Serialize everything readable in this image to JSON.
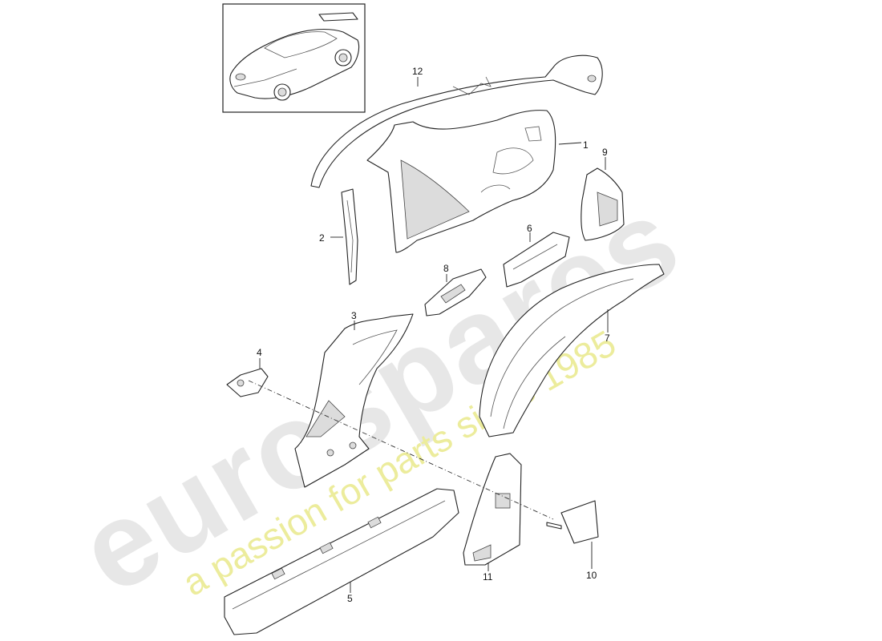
{
  "watermark": {
    "brand": "eurospares",
    "tagline": "a passion for parts since 1985"
  },
  "thumbnail": {
    "icon": "car-icon"
  },
  "callouts": [
    {
      "id": "1",
      "label": "1"
    },
    {
      "id": "2",
      "label": "2"
    },
    {
      "id": "3",
      "label": "3"
    },
    {
      "id": "4",
      "label": "4"
    },
    {
      "id": "5",
      "label": "5"
    },
    {
      "id": "6",
      "label": "6"
    },
    {
      "id": "7",
      "label": "7"
    },
    {
      "id": "8",
      "label": "8"
    },
    {
      "id": "9",
      "label": "9"
    },
    {
      "id": "10",
      "label": "10"
    },
    {
      "id": "11",
      "label": "11"
    },
    {
      "id": "12",
      "label": "12"
    }
  ]
}
